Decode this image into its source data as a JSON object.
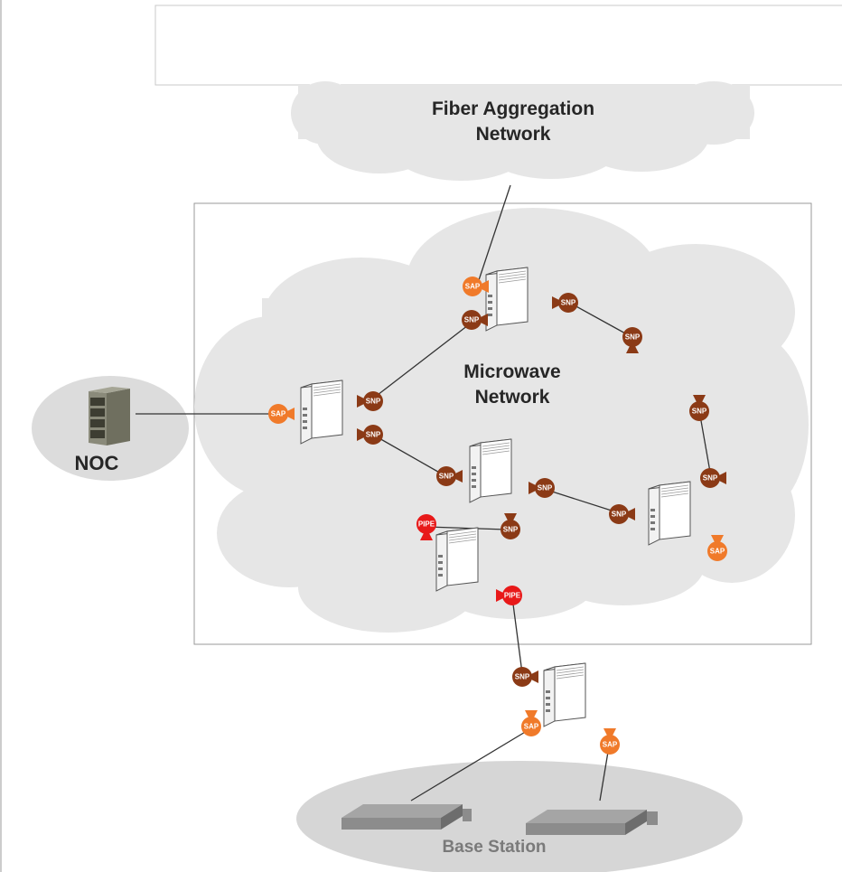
{
  "colors": {
    "sap": "#f07a2a",
    "snp": "#8b3a16",
    "pipe": "#e81919",
    "cloud": "#e6e6e6",
    "device_fill": "#ffffff",
    "device_stroke": "#555555",
    "server": "#8a8a7a"
  },
  "labels": {
    "fiber_line1": "Fiber Aggregation",
    "fiber_line2": "Network",
    "microwave_line1": "Microwave",
    "microwave_line2": "Network",
    "noc": "NOC",
    "base_station": "Base Station"
  },
  "port_types": {
    "sap": "SAP",
    "snp": "SNP",
    "pipe": "PIPE"
  },
  "devices": [
    {
      "id": "radio-top"
    },
    {
      "id": "radio-left"
    },
    {
      "id": "radio-middle"
    },
    {
      "id": "radio-right"
    },
    {
      "id": "radio-lower"
    },
    {
      "id": "radio-bottom"
    }
  ],
  "ports": [
    {
      "id": "p1",
      "type": "sap"
    },
    {
      "id": "p2",
      "type": "snp"
    },
    {
      "id": "p3",
      "type": "snp"
    },
    {
      "id": "p4",
      "type": "snp"
    },
    {
      "id": "p5",
      "type": "sap"
    },
    {
      "id": "p6",
      "type": "snp"
    },
    {
      "id": "p7",
      "type": "snp"
    },
    {
      "id": "p8",
      "type": "snp"
    },
    {
      "id": "p9",
      "type": "snp"
    },
    {
      "id": "p10",
      "type": "snp"
    },
    {
      "id": "p11",
      "type": "snp"
    },
    {
      "id": "p12",
      "type": "snp"
    },
    {
      "id": "p13",
      "type": "sap"
    },
    {
      "id": "p14",
      "type": "pipe"
    },
    {
      "id": "p15",
      "type": "snp"
    },
    {
      "id": "p16",
      "type": "pipe"
    },
    {
      "id": "p17",
      "type": "snp"
    },
    {
      "id": "p18",
      "type": "sap"
    },
    {
      "id": "p19",
      "type": "sap"
    }
  ]
}
